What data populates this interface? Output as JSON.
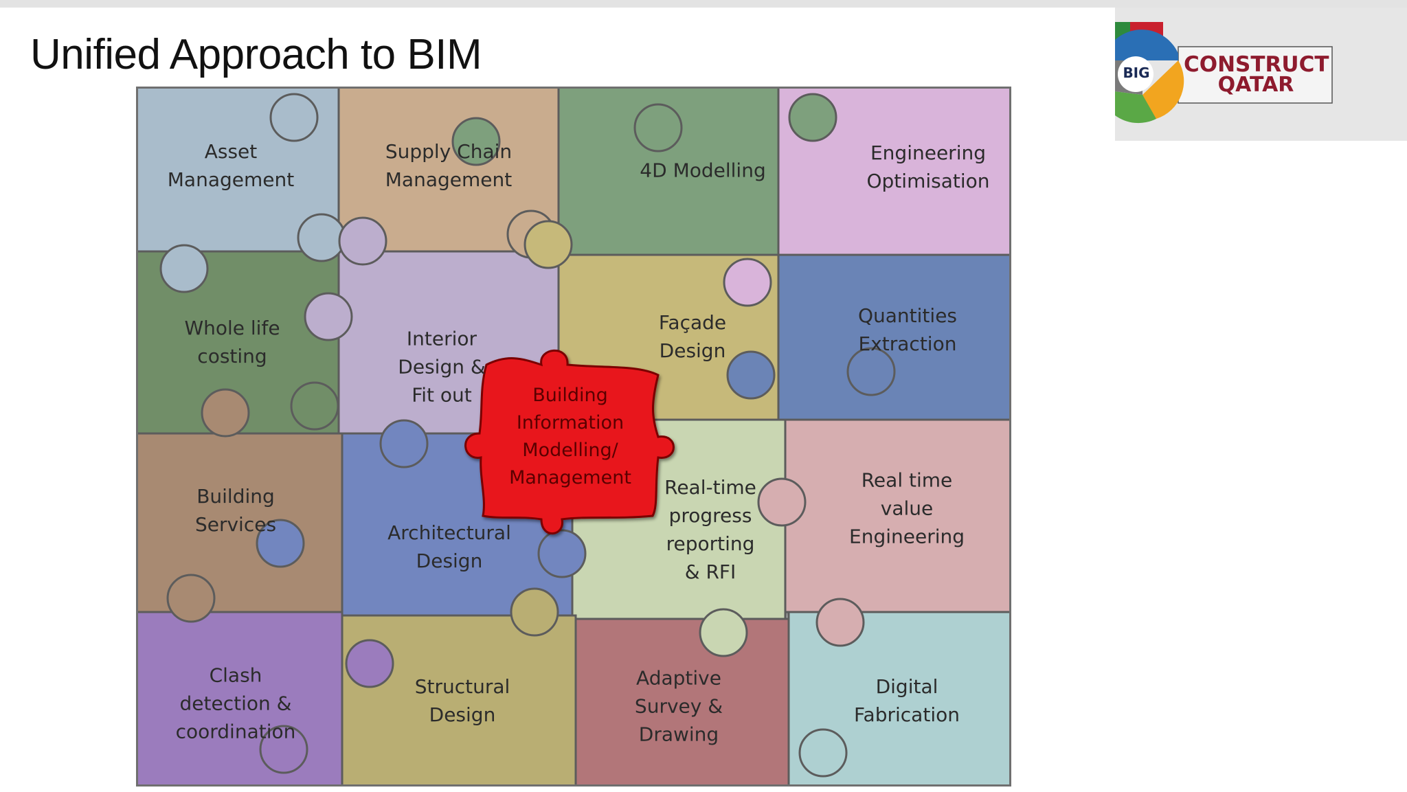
{
  "slide": {
    "title": "Unified Approach to BIM"
  },
  "logo": {
    "badge": "BIG",
    "line1": "CONSTRUCT",
    "line2": "QATAR"
  },
  "puzzle": {
    "center": "Building\nInformation\nModelling/\nManagement",
    "pieces": [
      {
        "label": "Asset\nManagement",
        "color": "#a9bccb"
      },
      {
        "label": "Supply Chain\nManagement",
        "color": "#c9ac8e"
      },
      {
        "label": "4D Modelling",
        "color": "#7ea07d"
      },
      {
        "label": "Engineering\nOptimisation",
        "color": "#d9b4da"
      },
      {
        "label": "Whole life\ncosting",
        "color": "#718e68"
      },
      {
        "label": "Interior\nDesign &\nFit out",
        "color": "#bcaecd"
      },
      {
        "label": "Façade\nDesign",
        "color": "#c6b97a"
      },
      {
        "label": "Quantities\nExtraction",
        "color": "#6b84b6"
      },
      {
        "label": "Building\nServices",
        "color": "#a88a72"
      },
      {
        "label": "Architectural\nDesign",
        "color": "#7286bf"
      },
      {
        "label": "Real-time\nprogress\nreporting\n& RFI",
        "color": "#c9d6b2"
      },
      {
        "label": "Real time value\nEngineering",
        "color": "#d6aeb0"
      },
      {
        "label": "Clash\ndetection &\ncoordination",
        "color": "#9b7cbd"
      },
      {
        "label": "Structural\nDesign",
        "color": "#b9ae73"
      },
      {
        "label": "Adaptive\nSurvey &\nDrawing",
        "color": "#b27679"
      },
      {
        "label": "Digital\nFabrication",
        "color": "#aed0d1"
      }
    ],
    "center_color": "#e8141b"
  }
}
